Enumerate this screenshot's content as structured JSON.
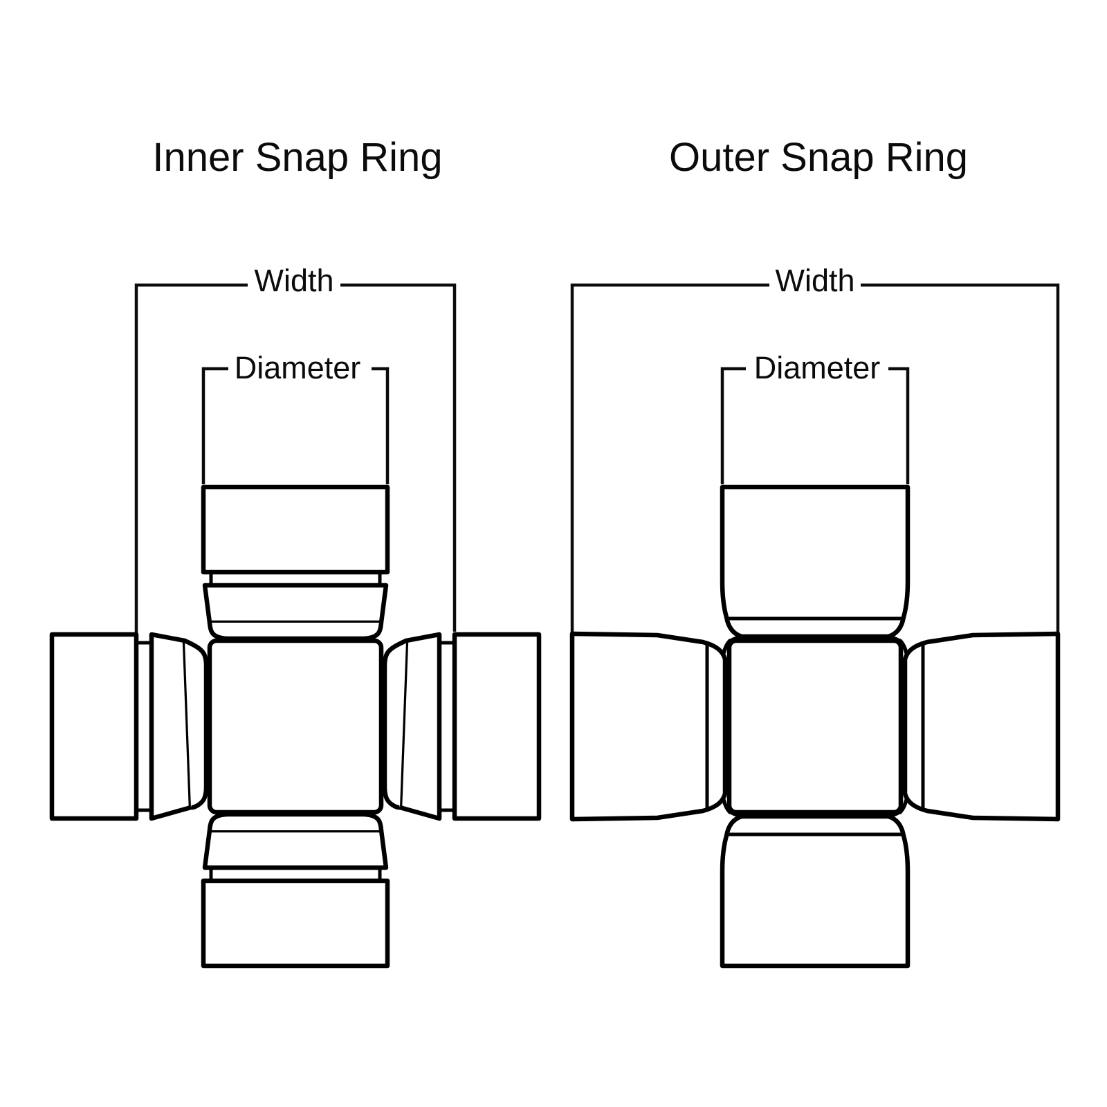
{
  "page": {
    "background_color": "#ffffff",
    "line_color": "#000000"
  },
  "diagrams": [
    {
      "id": "inner-snap-ring",
      "title": "Inner Snap Ring",
      "labels": {
        "width": "Width",
        "diameter": "Diameter"
      }
    },
    {
      "id": "outer-snap-ring",
      "title": "Outer Snap Ring",
      "labels": {
        "width": "Width",
        "diameter": "Diameter"
      }
    }
  ]
}
